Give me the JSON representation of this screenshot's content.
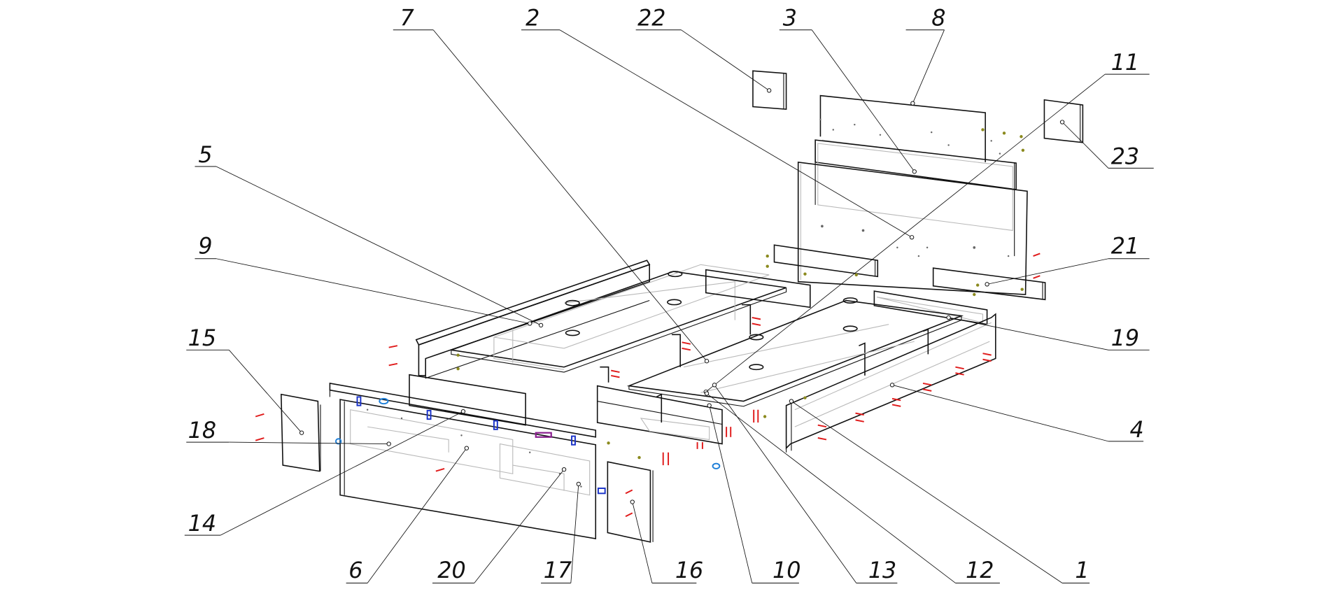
{
  "drawing": {
    "title": "Bed exploded assembly view",
    "callouts": [
      {
        "id": "c1",
        "number": "1"
      },
      {
        "id": "c2",
        "number": "2"
      },
      {
        "id": "c3",
        "number": "3"
      },
      {
        "id": "c4",
        "number": "4"
      },
      {
        "id": "c5",
        "number": "5"
      },
      {
        "id": "c6",
        "number": "6"
      },
      {
        "id": "c7",
        "number": "7"
      },
      {
        "id": "c8",
        "number": "8"
      },
      {
        "id": "c9",
        "number": "9"
      },
      {
        "id": "c10",
        "number": "10"
      },
      {
        "id": "c11",
        "number": "11"
      },
      {
        "id": "c12",
        "number": "12"
      },
      {
        "id": "c13",
        "number": "13"
      },
      {
        "id": "c14",
        "number": "14"
      },
      {
        "id": "c15",
        "number": "15"
      },
      {
        "id": "c16",
        "number": "16"
      },
      {
        "id": "c17",
        "number": "17"
      },
      {
        "id": "c18",
        "number": "18"
      },
      {
        "id": "c19",
        "number": "19"
      },
      {
        "id": "c20",
        "number": "20"
      },
      {
        "id": "c21",
        "number": "21"
      },
      {
        "id": "c22",
        "number": "22"
      },
      {
        "id": "c23",
        "number": "23"
      }
    ],
    "colors": {
      "outline": "#111111",
      "hidden_lines": "#b9b9b9",
      "screws": "#e01b1b",
      "dowels": "#8b8a1e",
      "brackets": "#1a33c8",
      "fittings": "#1e7fd8",
      "connector": "#8a1f8f"
    }
  }
}
